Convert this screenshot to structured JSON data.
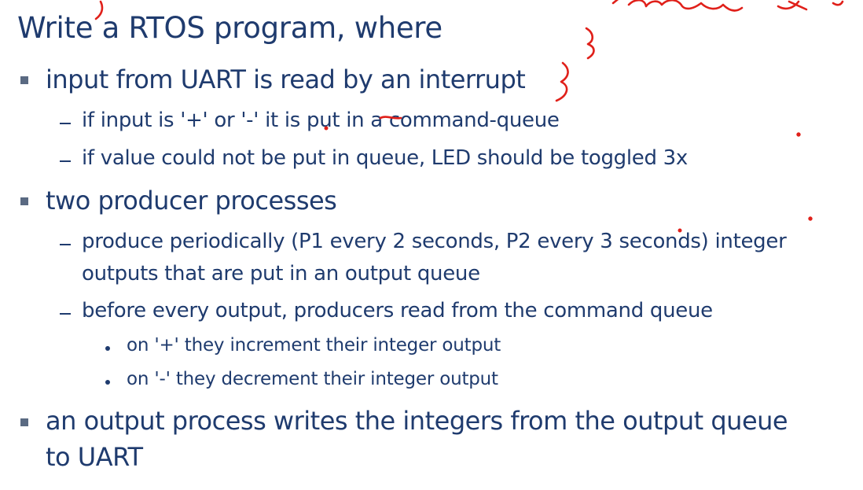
{
  "slide": {
    "title": "Write a RTOS program, where",
    "bullets": [
      {
        "text": "input from UART is read by an interrupt"
      },
      {
        "text": "if input is '+' or '-' it is put in a command-queue"
      },
      {
        "text": "if value could not be put in queue, LED should be toggled 3x"
      },
      {
        "text": "two producer processes"
      },
      {
        "text": "produce periodically (P1 every 2 seconds, P2 every 3 seconds) integer"
      },
      {
        "text": "outputs that are put in an output queue"
      },
      {
        "text": "before every output, producers read from the command queue"
      },
      {
        "text": "on '+' they increment their integer output"
      },
      {
        "text": "on '-' they decrement their integer output"
      },
      {
        "text": "an output process writes the integers from the output queue"
      },
      {
        "text": "to UART"
      }
    ],
    "colors": {
      "text": "#1f3b6e",
      "bullet": "#5a6a82",
      "annotation": "#e0201a"
    }
  }
}
